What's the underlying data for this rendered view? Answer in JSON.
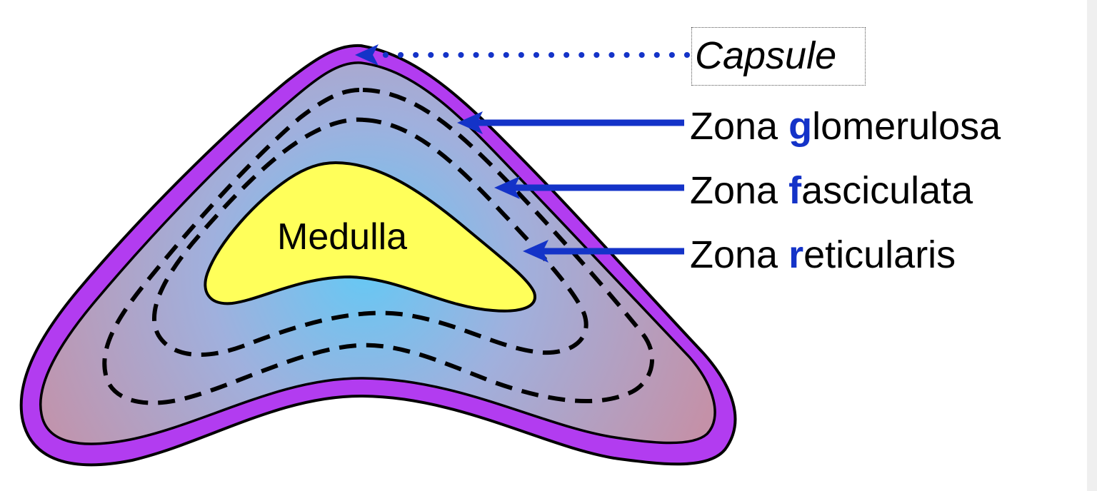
{
  "colors": {
    "capsule": "#b23cf0",
    "outline": "#000000",
    "arrow": "#1433c8",
    "medulla": "#ffff5a",
    "cortex_outer": "#c491a8",
    "cortex_inner": "#66c8f4",
    "key_letter": "#1433c8"
  },
  "labels": {
    "capsule": "Capsule",
    "medulla": "Medulla"
  },
  "zones": [
    {
      "prefix": "Zona ",
      "key": "g",
      "rest": "lomerulosa"
    },
    {
      "prefix": "Zona ",
      "key": "f",
      "rest": "asciculata"
    },
    {
      "prefix": "Zona ",
      "key": "r",
      "rest": "eticularis"
    }
  ],
  "icons": {
    "capsule_pointer": "dotted-arrow-icon",
    "zone_pointer": "solid-arrow-icon"
  }
}
